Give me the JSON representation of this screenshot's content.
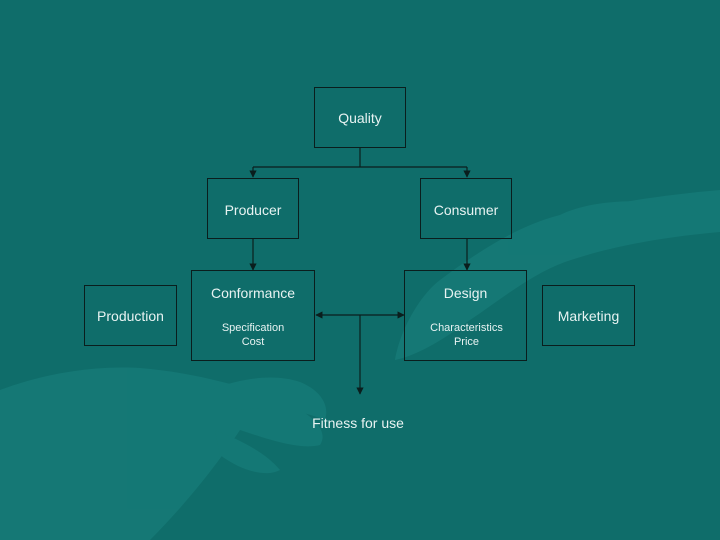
{
  "colors": {
    "background": "#0f6d6a",
    "line": "#0a1e1d",
    "text": "#e8f3f2"
  },
  "diagram": {
    "quality": "Quality",
    "producer": "Producer",
    "consumer": "Consumer",
    "conformance": "Conformance",
    "conformance_line1": "Specification",
    "conformance_line2": "Cost",
    "design": "Design",
    "design_line1": "Characteristics",
    "design_line2": "Price",
    "production": "Production",
    "marketing": "Marketing",
    "fitness": "Fitness for use"
  }
}
